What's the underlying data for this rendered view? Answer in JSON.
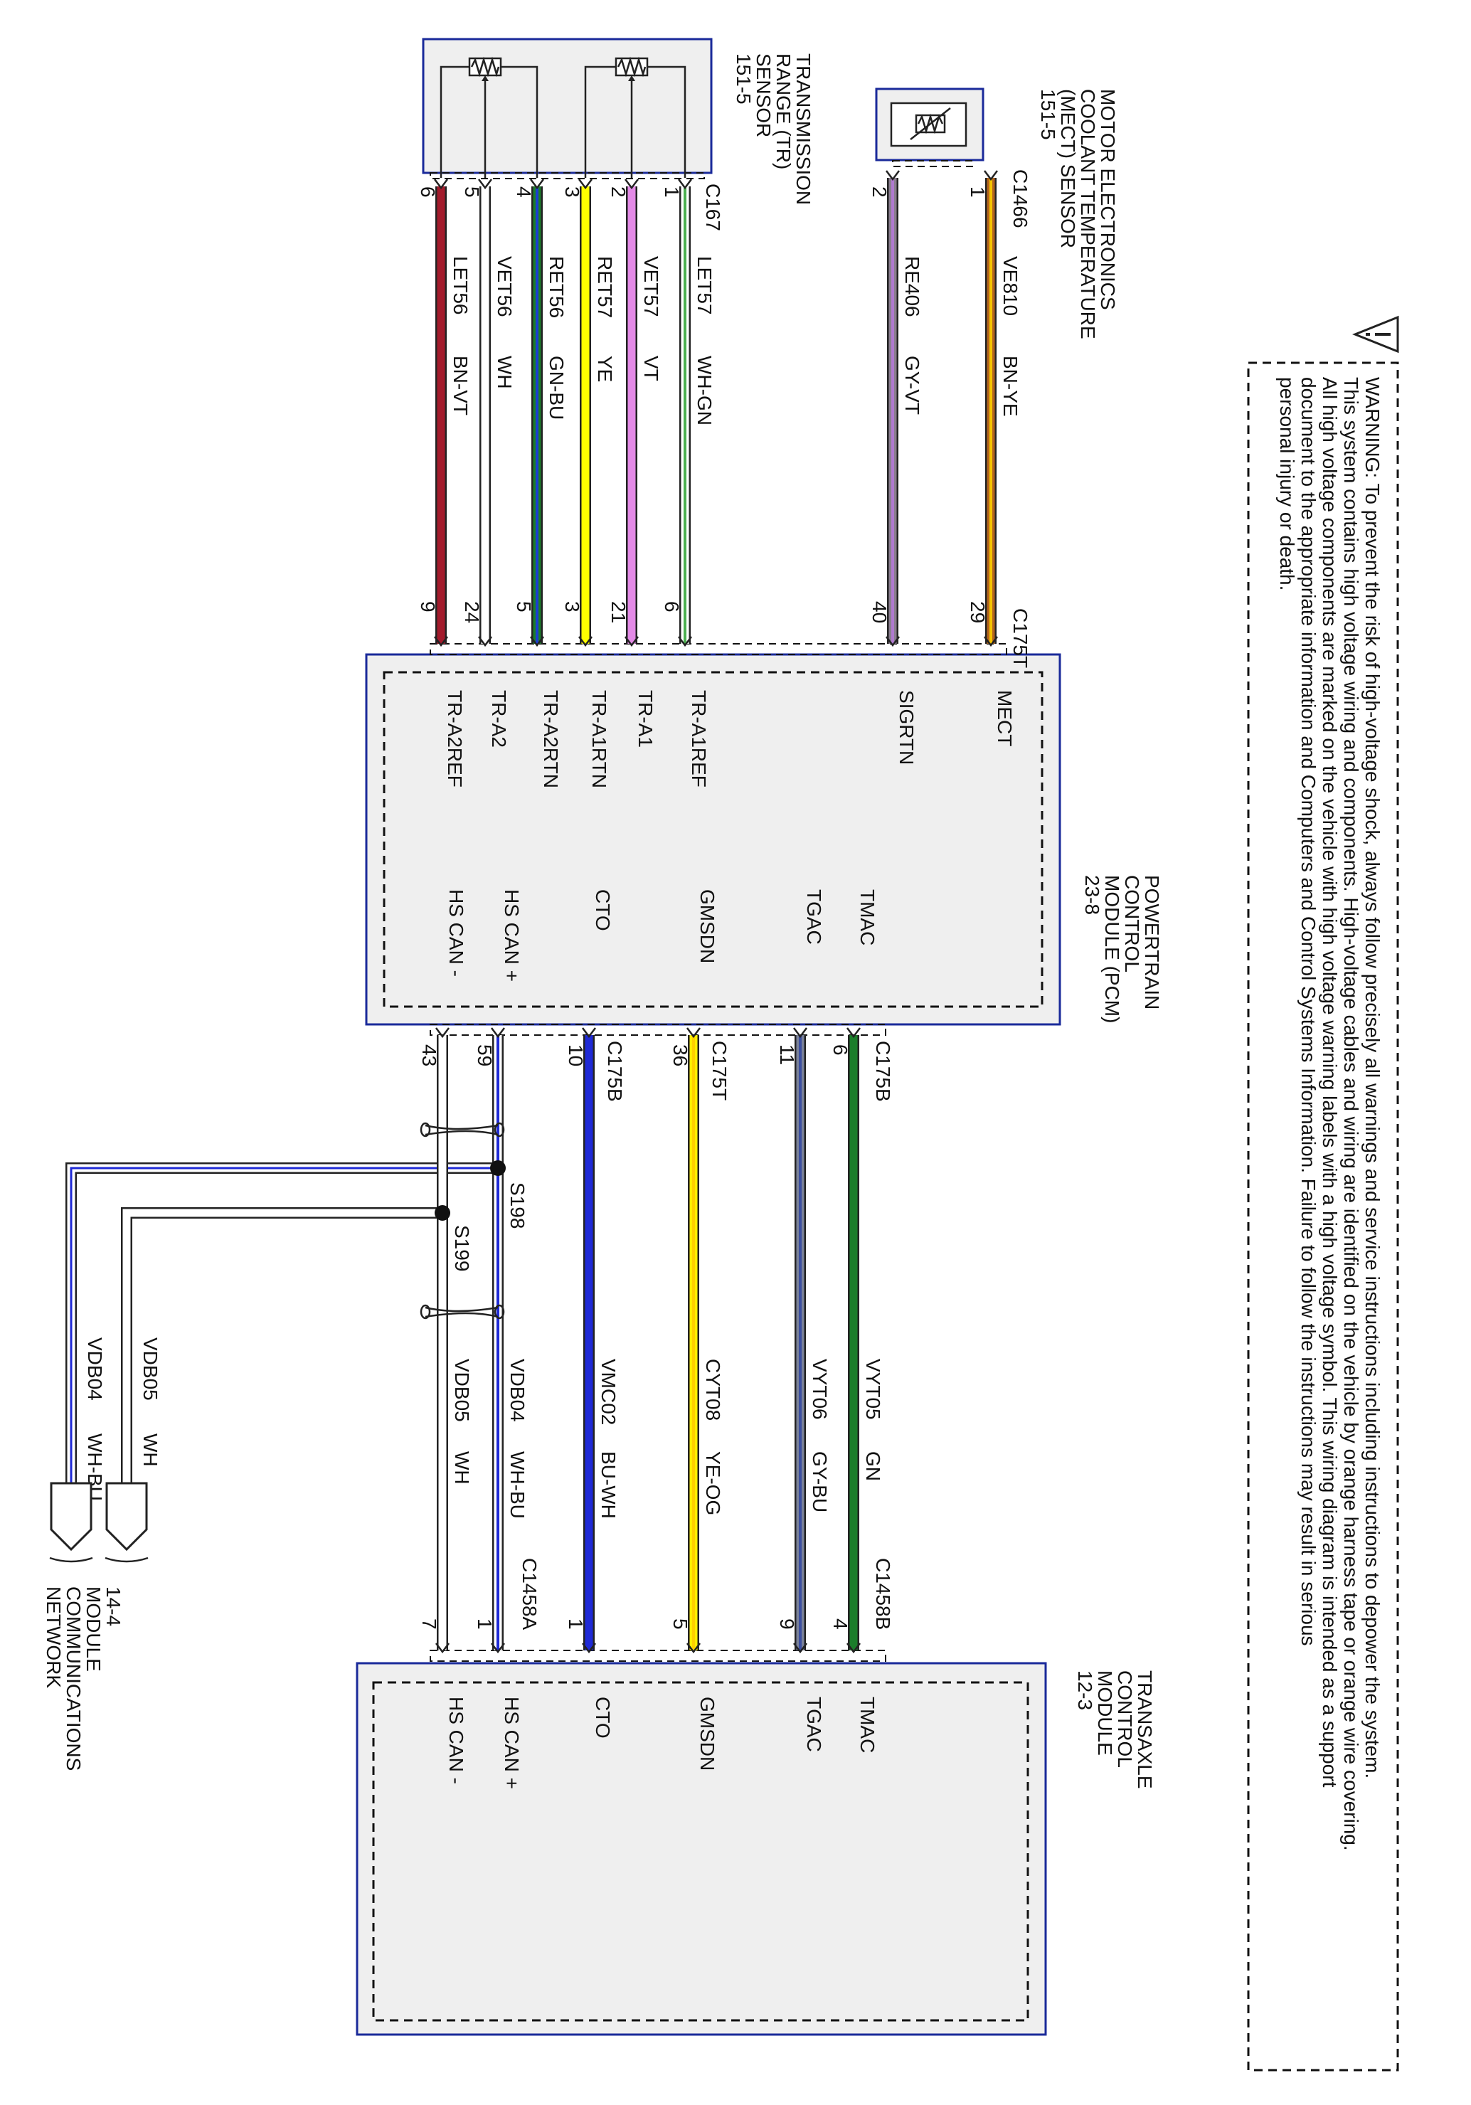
{
  "warning": {
    "text": "WARNING: To prevent the risk of high-voltage shock, always follow precisely all warnings and service instructions including instructions to depower the system. This system contains high voltage wiring and components. High-voltage cables and wiring are identified on the vehicle by orange harness tape or orange wire covering. All high voltage components are marked on the vehicle with high voltage warning labels with a high voltage symbol. This wiring diagram is intended as a support document to the appropriate information and Computers and Control Systems Information. Failure to follow the instructions may result in serious personal injury or death.",
    "lines": [
      "WARNING: To prevent the risk of high-voltage shock, always follow precisely all warnings and service instructions including instructions to depower the system.",
      "This system contains high voltage wiring and components. High-voltage cables and wiring are identified on the vehicle by orange harness tape or orange wire covering.",
      "All high voltage components are marked on the vehicle with high voltage warning labels with a high voltage symbol. This wiring diagram is intended as a support",
      "document to the appropriate information and  Computers and Control  Systems Information. Failure to follow the  instructions may result  in serious",
      "personal injury or death."
    ],
    "icon": "warning-triangle-icon"
  },
  "components": {
    "tr_sensor": {
      "lines": [
        "TRANSMISSION",
        "RANGE (TR)",
        "SENSOR",
        "151-5"
      ],
      "connector": "C167"
    },
    "mect_sensor": {
      "lines": [
        "MOTOR ELECTRONICS",
        "COOLANT TEMPERATURE",
        "(MECT) SENSOR",
        "151-5"
      ],
      "connector": "C1466"
    },
    "pcm": {
      "lines": [
        "POWERTRAIN",
        "CONTROL",
        "MODULE (PCM)",
        "23-8"
      ],
      "pins_top": [
        "MECT",
        "SIGRTN",
        "TR-A1REF",
        "TR-A1",
        "TR-A1RTN",
        "TR-A2RTN",
        "TR-A2",
        "TR-A2REF"
      ],
      "pins_bottom": [
        "TMAC",
        "TGAC",
        "GMSDN",
        "CTO",
        "HS CAN +",
        "HS CAN -"
      ]
    },
    "tcm": {
      "lines": [
        "TRANSAXLE",
        "CONTROL",
        "MODULE",
        "12-3"
      ],
      "pins": [
        "TMAC",
        "TGAC",
        "GMSDN",
        "CTO",
        "HS CAN +",
        "HS CAN -"
      ]
    },
    "network": {
      "lines": [
        "14-4",
        "MODULE",
        "COMMUNICATIONS",
        "NETWORK"
      ]
    }
  },
  "connectors": {
    "c175t_top": "C175T",
    "c175b_tmac": "C175B",
    "c175t_gmsdn": "C175T",
    "c175b_cto": "C175B",
    "c1458b": "C1458B",
    "c1458a": "C1458A"
  },
  "splices": [
    "S198",
    "S199"
  ],
  "wires_top": [
    {
      "circuit": "VE810",
      "color_code": "BN-YE",
      "from_pin": "1",
      "to_pin": "29",
      "colors": [
        "#b5651d",
        "#f5c400"
      ]
    },
    {
      "circuit": "RE406",
      "color_code": "GY-VT",
      "from_pin": "2",
      "to_pin": "40",
      "colors": [
        "#8a7e8e",
        "#b07ad0"
      ]
    },
    {
      "circuit": "LET57",
      "color_code": "WH-GN",
      "from_pin": "1",
      "to_pin": "6",
      "colors": [
        "#ffffff",
        "#4caf50"
      ]
    },
    {
      "circuit": "VET57",
      "color_code": "VT",
      "from_pin": "2",
      "to_pin": "21",
      "colors": [
        "#e38ae6",
        "#e38ae6"
      ]
    },
    {
      "circuit": "RET57",
      "color_code": "YE",
      "from_pin": "3",
      "to_pin": "3",
      "colors": [
        "#ffff00",
        "#ffff00"
      ]
    },
    {
      "circuit": "RET56",
      "color_code": "GN-BU",
      "from_pin": "4",
      "to_pin": "5",
      "colors": [
        "#1b7d2a",
        "#1c3fd1"
      ]
    },
    {
      "circuit": "VET56",
      "color_code": "WH",
      "from_pin": "5",
      "to_pin": "24",
      "colors": [
        "#ffffff",
        "#ffffff"
      ]
    },
    {
      "circuit": "LET56",
      "color_code": "BN-VT",
      "from_pin": "6",
      "to_pin": "9",
      "colors": [
        "#a31b2c",
        "#a31b2c"
      ]
    }
  ],
  "wires_bottom": [
    {
      "circuit": "VYT05",
      "color_code": "GN",
      "from_pin": "6",
      "to_pin": "4",
      "colors": [
        "#1b7d2a",
        "#1b7d2a"
      ]
    },
    {
      "circuit": "VYT06",
      "color_code": "GY-BU",
      "from_pin": "11",
      "to_pin": "9",
      "colors": [
        "#7b8299",
        "#3c4fa0"
      ]
    },
    {
      "circuit": "CYT08",
      "color_code": "YE-OG",
      "from_pin": "36",
      "to_pin": "5",
      "colors": [
        "#ffee00",
        "#ffd000"
      ]
    },
    {
      "circuit": "VMC02",
      "color_code": "BU-WH",
      "from_pin": "10",
      "to_pin": "1",
      "colors": [
        "#1f2ad6",
        "#1f2ad6"
      ]
    },
    {
      "circuit": "VDB04",
      "color_code": "WH-BU",
      "from_pin": "59",
      "to_pin": "1",
      "colors": [
        "#ffffff",
        "#1f2ad6"
      ]
    },
    {
      "circuit": "VDB05",
      "color_code": "WH",
      "from_pin": "43",
      "to_pin": "7",
      "colors": [
        "#ffffff",
        "#ffffff"
      ]
    }
  ],
  "branch_wires": [
    {
      "circuit": "VDB04",
      "color_code": "WH-BU"
    },
    {
      "circuit": "VDB05",
      "color_code": "WH"
    }
  ]
}
